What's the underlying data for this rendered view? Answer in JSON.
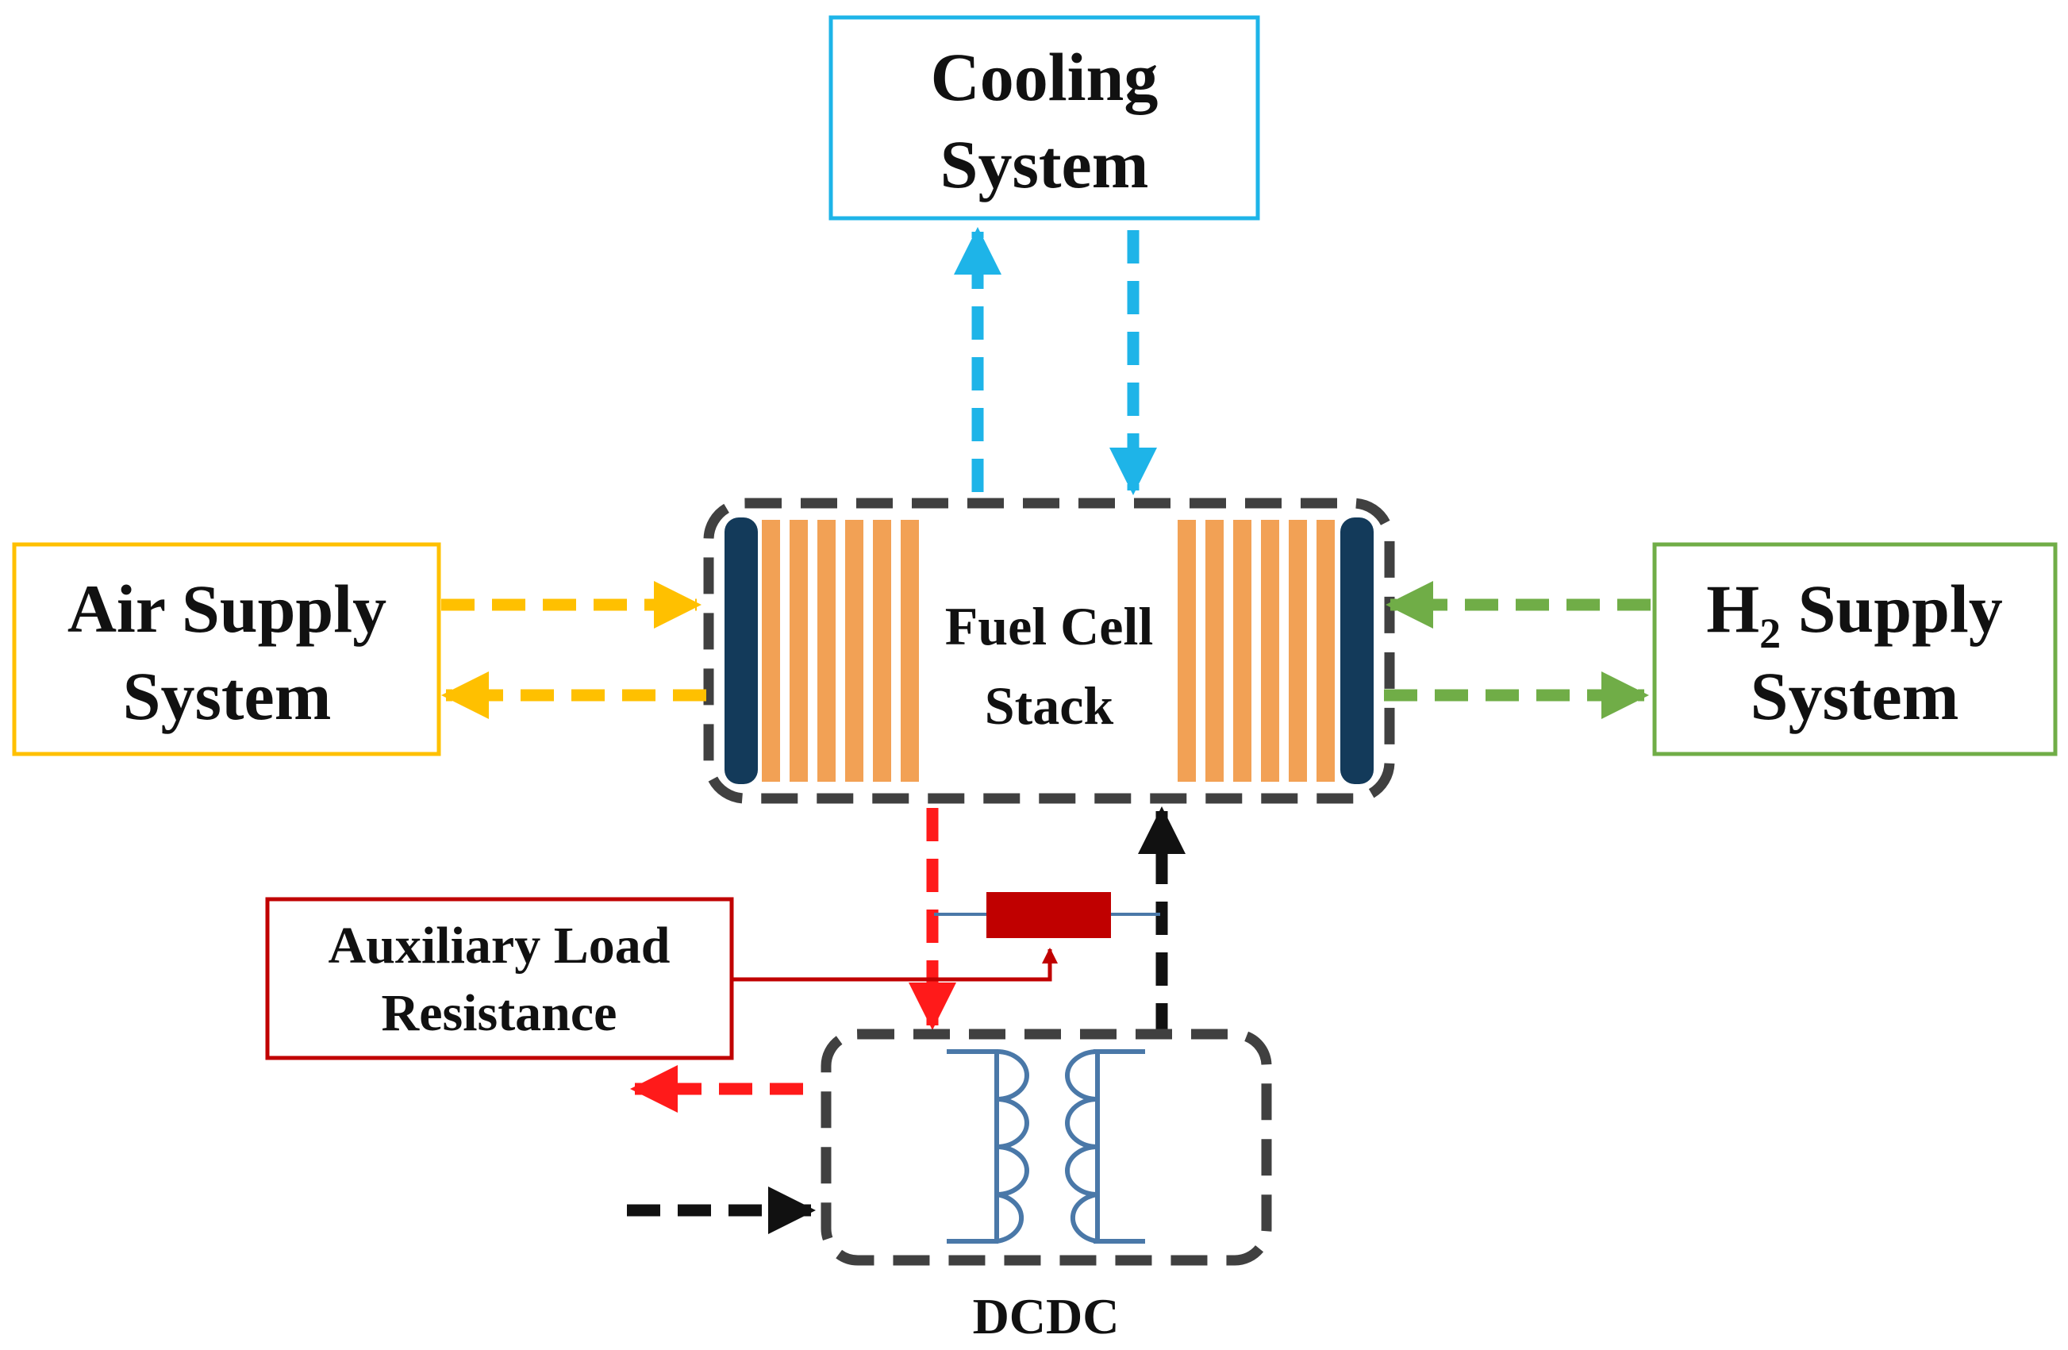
{
  "colors": {
    "cooling": "#1EB4E8",
    "air": "#FFC000",
    "h2": "#70AD47",
    "aux": "#C00000",
    "aux_flow": "#FF1A1A",
    "power": "#111111",
    "stack_outline": "#404040",
    "plate": "#F2A155",
    "endplate": "#133A5A",
    "coil": "#4A78A8"
  },
  "cooling_system": {
    "line1": "Cooling",
    "line2": "System"
  },
  "air_supply": {
    "line1": "Air Supply",
    "line2": "System"
  },
  "h2_supply": {
    "prefix": "H",
    "subscript": "2",
    "suffix": " Supply",
    "line2": "System"
  },
  "fuel_cell_stack": {
    "line1": "Fuel Cell",
    "line2": "Stack"
  },
  "aux_load": {
    "line1": "Auxiliary Load",
    "line2": "Resistance"
  },
  "dcdc": {
    "label": "DCDC"
  }
}
